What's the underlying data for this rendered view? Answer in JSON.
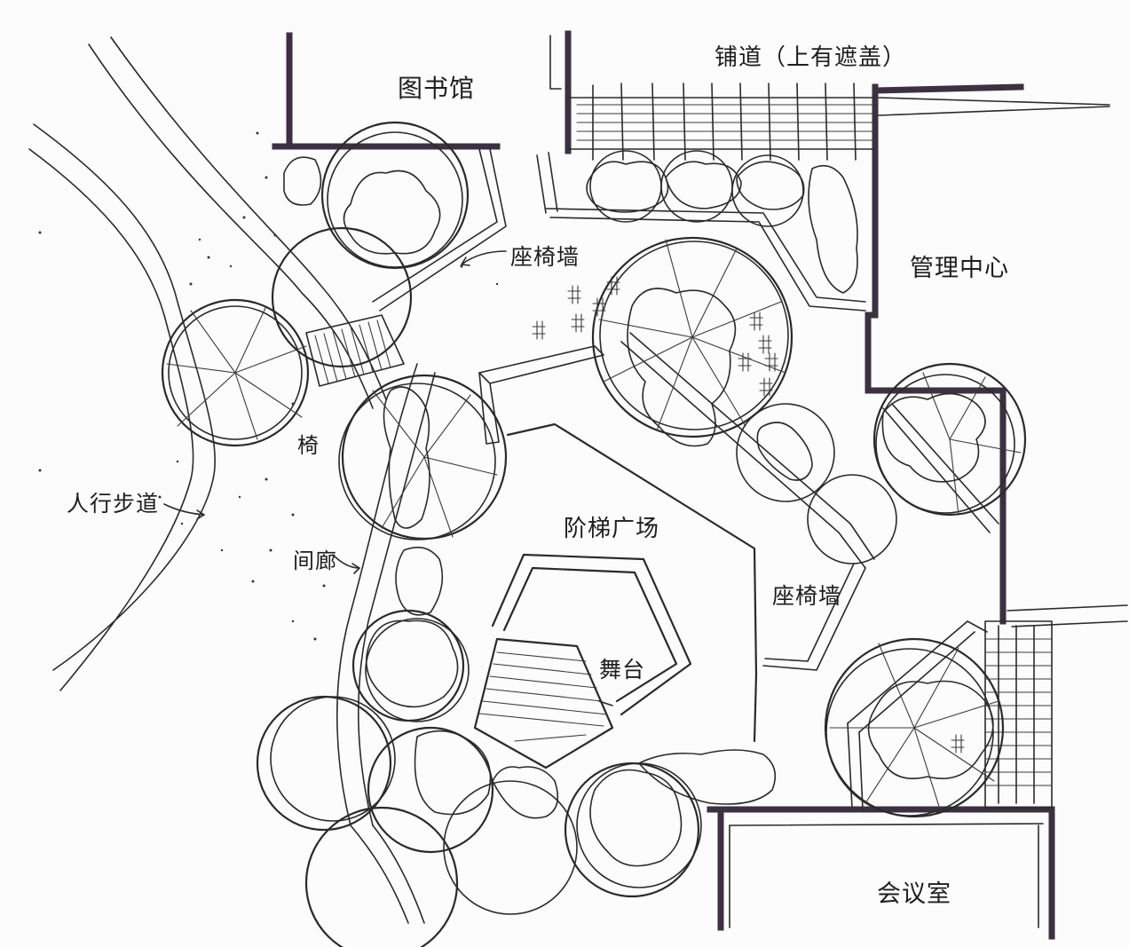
{
  "labels": {
    "library": "图书馆",
    "paving": "铺道（上有遮盖）",
    "seat_wall_top": "座椅墙",
    "management_center": "管理中心",
    "bench": "椅",
    "footpath": "人行步道",
    "corridor": "间廊",
    "stair_plaza": "阶梯广场",
    "seat_wall_right": "座椅墙",
    "stage": "舞台",
    "meeting_room": "会议室"
  }
}
